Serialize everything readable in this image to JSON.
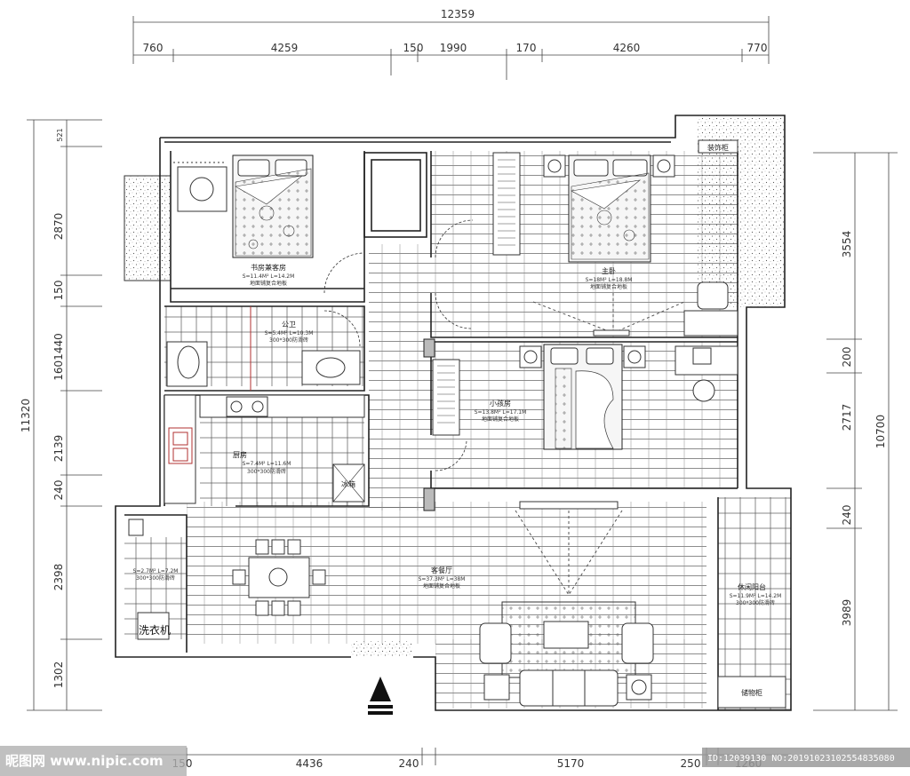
{
  "dimensions": {
    "top_total": "12359",
    "top": [
      "760",
      "4259",
      "150",
      "1990",
      "170",
      "4260",
      "770"
    ],
    "left_total": "11320",
    "left": [
      "521",
      "2870",
      "150",
      "1601440",
      "2139",
      "240",
      "2398",
      "1302"
    ],
    "right_total": "10700",
    "right": [
      "3554",
      "200",
      "2717",
      "240",
      "3989"
    ],
    "bottom": [
      "150",
      "4436",
      "240",
      "5170",
      "250",
      "1260"
    ]
  },
  "rooms": {
    "study": {
      "name": "书房兼客房",
      "area": "S=11.4M² L=14.2M",
      "floor": "地面铺复合地板"
    },
    "master": {
      "name": "主卧",
      "area": "S=18M² L=18.8M",
      "floor": "地面铺复合地板"
    },
    "bath": {
      "name": "公卫",
      "area": "S=5.4M² L=10.3M",
      "floor": "300*300防滑砖"
    },
    "small_bed": {
      "name": "小孩房",
      "area": "S=13.8M² L=17.1M",
      "floor": "地面铺复合地板"
    },
    "kitchen": {
      "name": "厨房",
      "area": "S=7.4M² L=11.6M",
      "floor": "300*300防滑砖"
    },
    "living": {
      "name": "客餐厅",
      "area": "S=37.3M² L=38M",
      "floor": "地面铺复合地板"
    },
    "laundry": {
      "area": "S=2.7M² L=7.2M",
      "floor": "300*300防滑砖"
    },
    "balcony": {
      "name": "休闲阳台",
      "area": "S=11.9M² L=14.2M",
      "floor": "300*300防滑砖"
    }
  },
  "labels": {
    "decor_cabinet": "装饰柜",
    "storage_cabinet": "储物柜",
    "washing_machine": "洗衣机",
    "fridge": "冰箱"
  },
  "watermark": {
    "site": "昵图网 www.nipic.com",
    "id": "ID:12039130 NO:20191023102554835080"
  }
}
